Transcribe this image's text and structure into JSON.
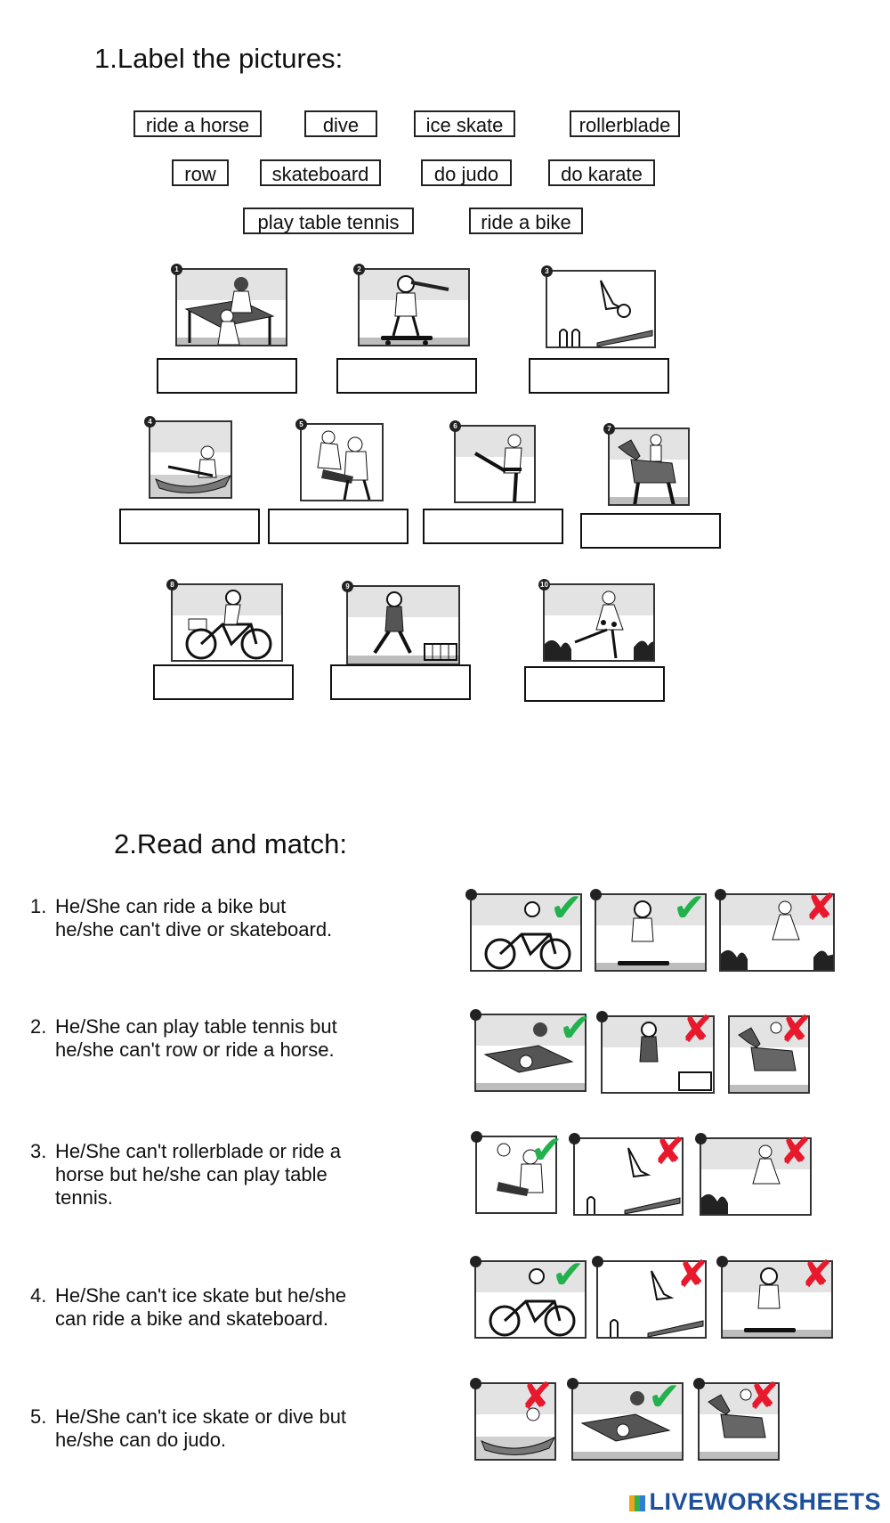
{
  "section1": {
    "title": "1.Label the pictures:",
    "word_bank": [
      "ride a horse",
      "dive",
      "ice skate",
      "rollerblade",
      "row",
      "skateboard",
      "do judo",
      "do karate",
      "play table tennis",
      "ride a bike"
    ],
    "pictures": [
      {
        "number": "1",
        "subject": "play-table-tennis"
      },
      {
        "number": "2",
        "subject": "skateboard"
      },
      {
        "number": "3",
        "subject": "dive"
      },
      {
        "number": "4",
        "subject": "row"
      },
      {
        "number": "5",
        "subject": "do-judo"
      },
      {
        "number": "6",
        "subject": "do-karate"
      },
      {
        "number": "7",
        "subject": "ride-a-horse"
      },
      {
        "number": "8",
        "subject": "ride-a-bike"
      },
      {
        "number": "9",
        "subject": "rollerblade"
      },
      {
        "number": "10",
        "subject": "ice-skate"
      }
    ]
  },
  "section2": {
    "title": "2.Read and match:",
    "sentences": [
      {
        "number": "1.",
        "text": "He/She can ride a bike but\nhe/she can't dive or skateboard."
      },
      {
        "number": "2.",
        "text": "He/She can play table tennis but\nhe/she can't row or ride a horse."
      },
      {
        "number": "3.",
        "text": "He/She can't rollerblade or ride a\nhorse but he/she can play table\ntennis."
      },
      {
        "number": "4.",
        "text": "He/She can't ice skate but he/she\ncan ride a bike and skateboard."
      },
      {
        "number": "5.",
        "text": "He/She can't ice skate or dive but\nhe/she can do judo."
      }
    ],
    "marks": {
      "check": "✔",
      "cross": "✘"
    },
    "colors": {
      "check": "#22b14c",
      "cross": "#e8192c"
    }
  },
  "footer": {
    "logo_text": "LIVEWORKSHEETS",
    "logo_color": "#1d4f9a"
  }
}
